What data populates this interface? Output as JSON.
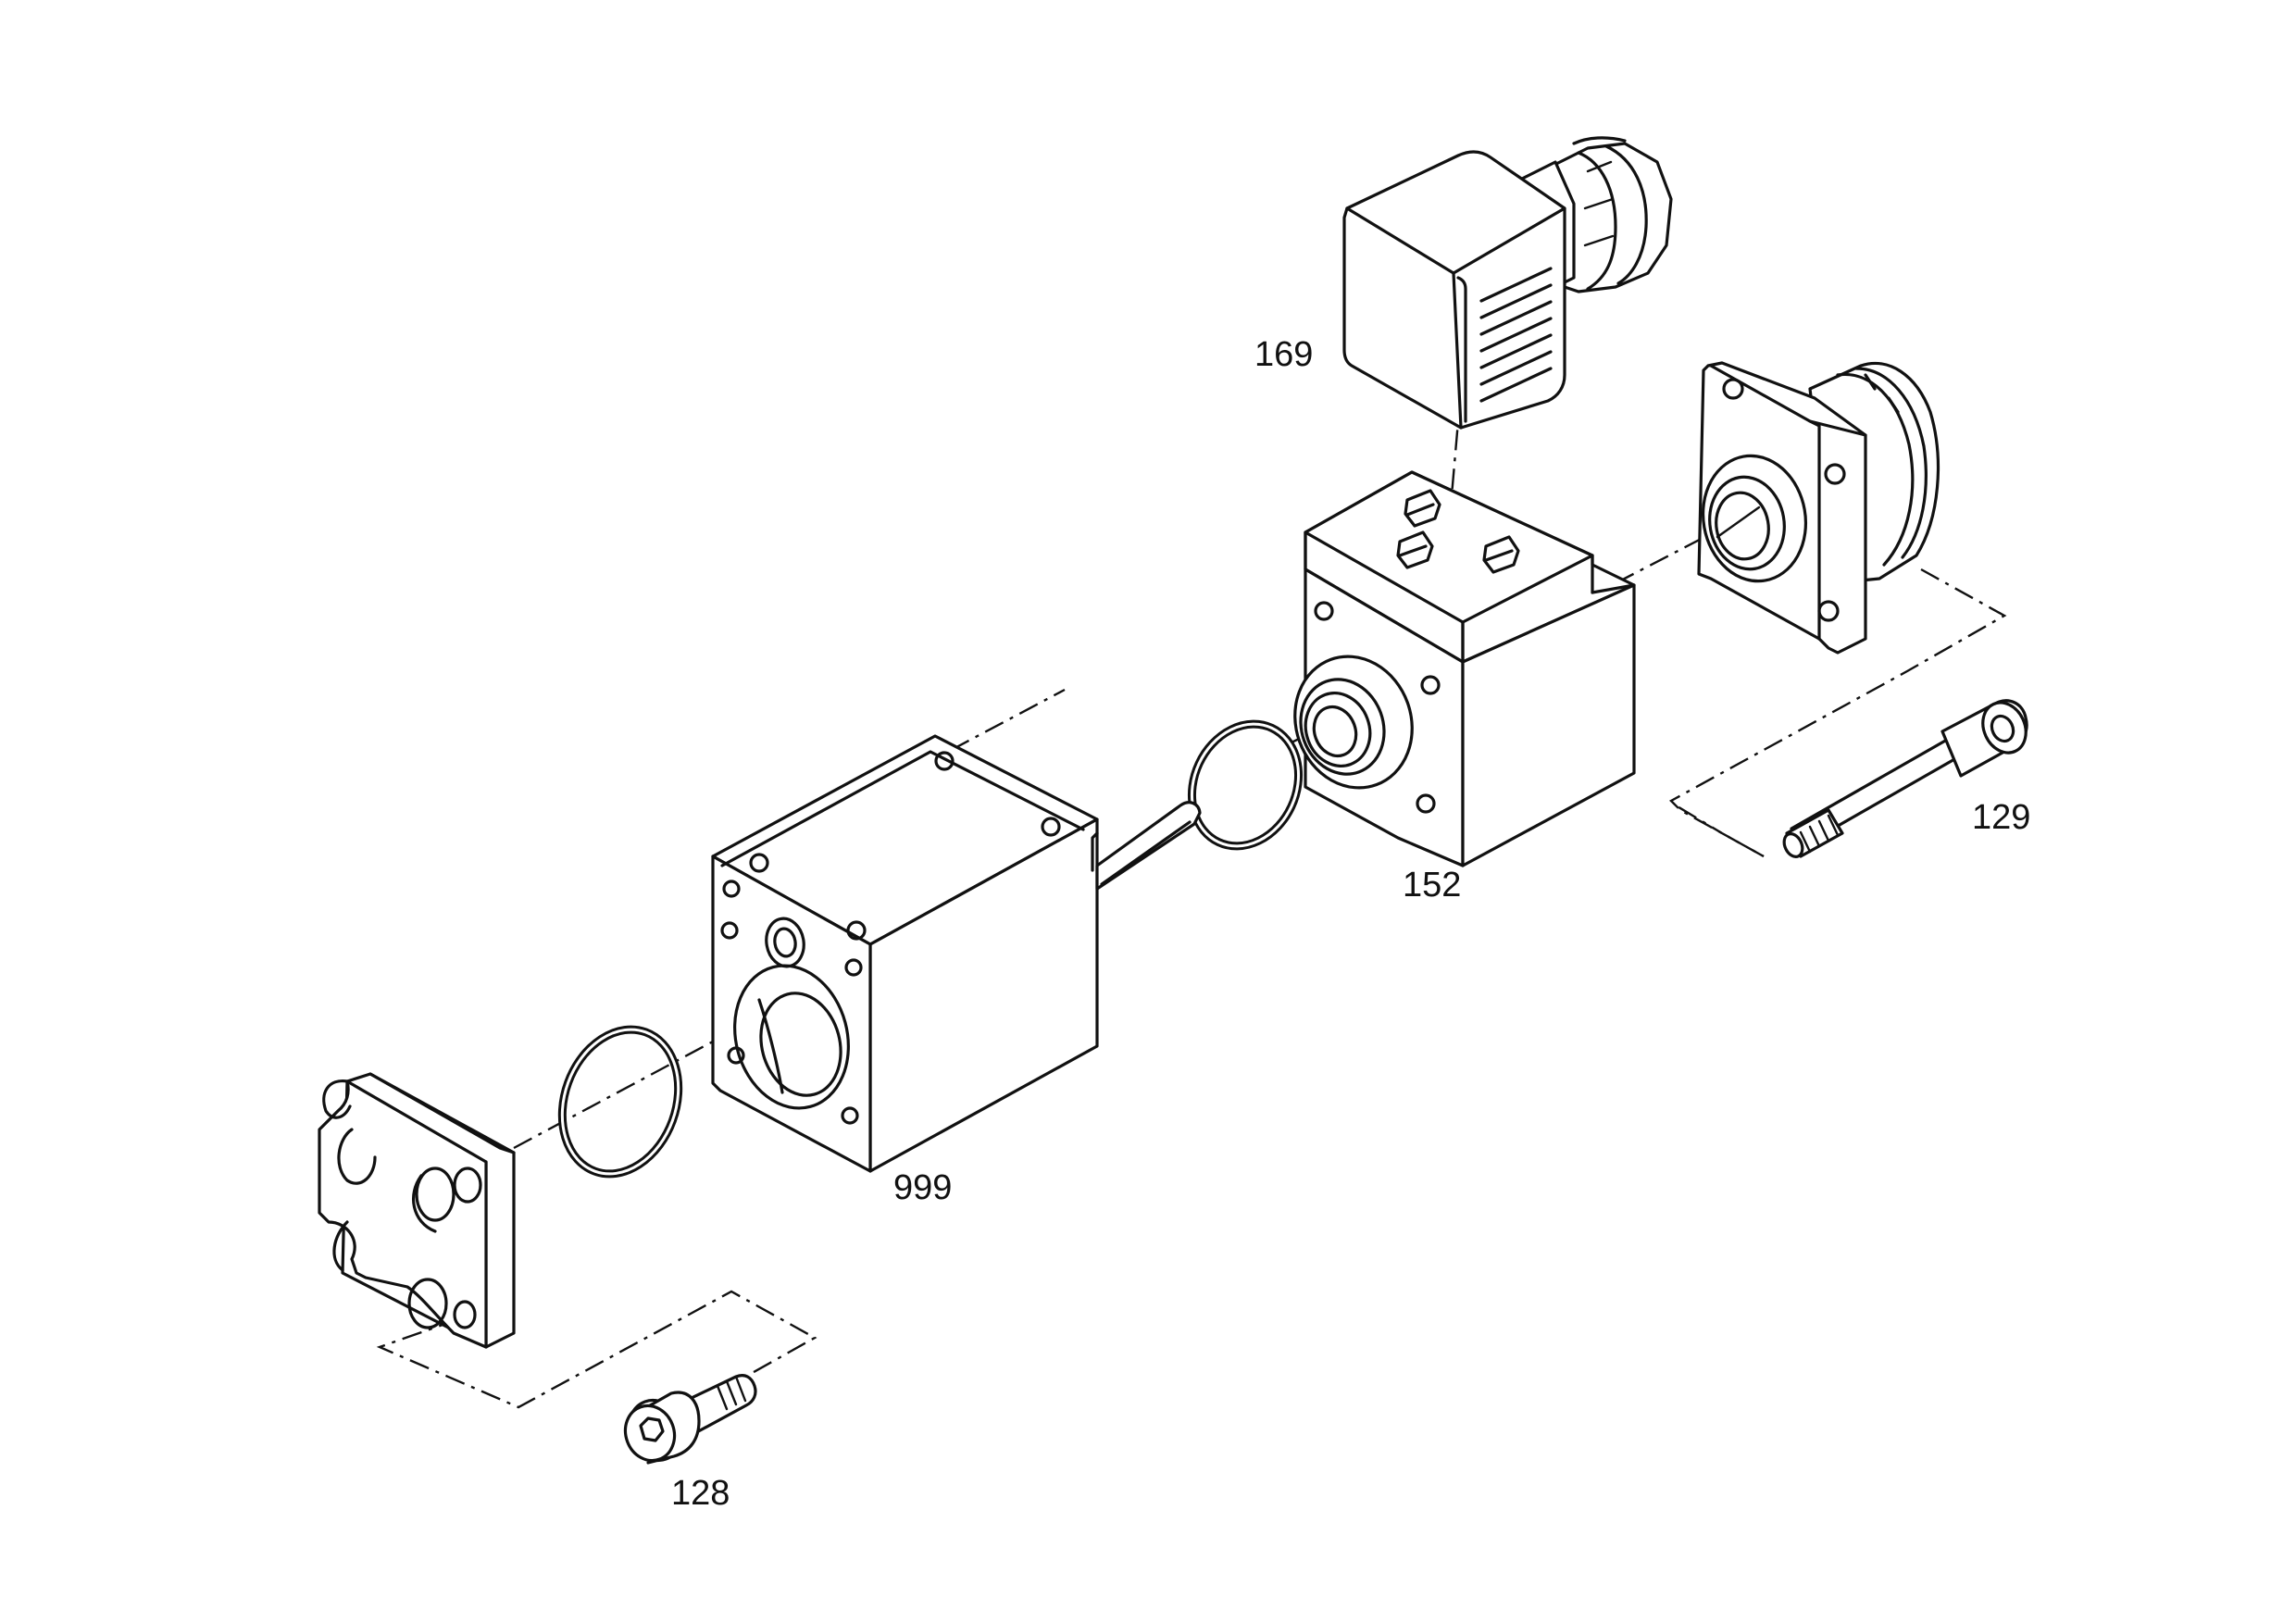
{
  "callouts": {
    "plug_169": "169",
    "coil_152": "152",
    "screw_129": "129",
    "body_999": "999",
    "screw_128": "128"
  }
}
